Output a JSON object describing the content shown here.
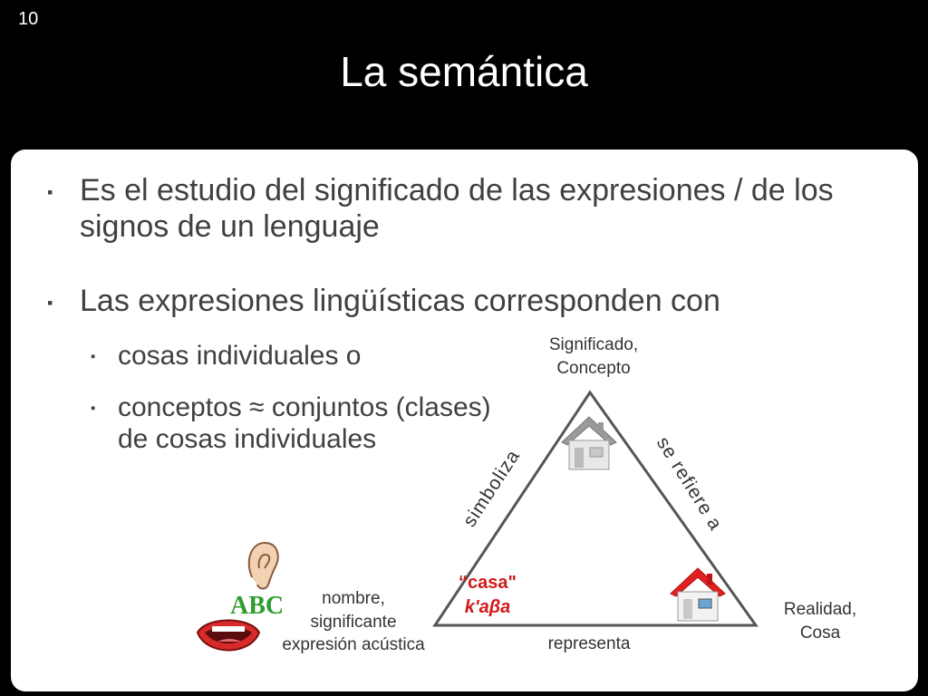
{
  "slide": {
    "number": "10",
    "title": "La semántica"
  },
  "bullets": [
    {
      "text": "Es el estudio del significado de las expresiones / de los signos de un lenguaje"
    },
    {
      "text": "Las expresiones lingüísticas corresponden con"
    }
  ],
  "subbullets": [
    {
      "text": "cosas individuales o"
    },
    {
      "text": "conceptos ≈ conjuntos (clases) de cosas individuales"
    }
  ],
  "bullet_marker": "▪",
  "diagram": {
    "top_label": "Significado,\nConcepto",
    "bottom_left_label": "nombre,\nsignificante\nexpresión acústica",
    "bottom_right_label": "Realidad,\nCosa",
    "left_edge_label": "simboliza",
    "right_edge_label": "se refiere a",
    "bottom_edge_label": "representa",
    "word": "“casa\"",
    "transcription": "k'aβa",
    "abc_text": "ABC",
    "colors": {
      "triangle": "#555555",
      "word": "#d11b1b",
      "roof_red": "#e02020"
    },
    "icons": [
      "gray-house-icon",
      "red-house-icon",
      "ear-icon",
      "abc-letters-icon",
      "mouth-icon"
    ]
  }
}
